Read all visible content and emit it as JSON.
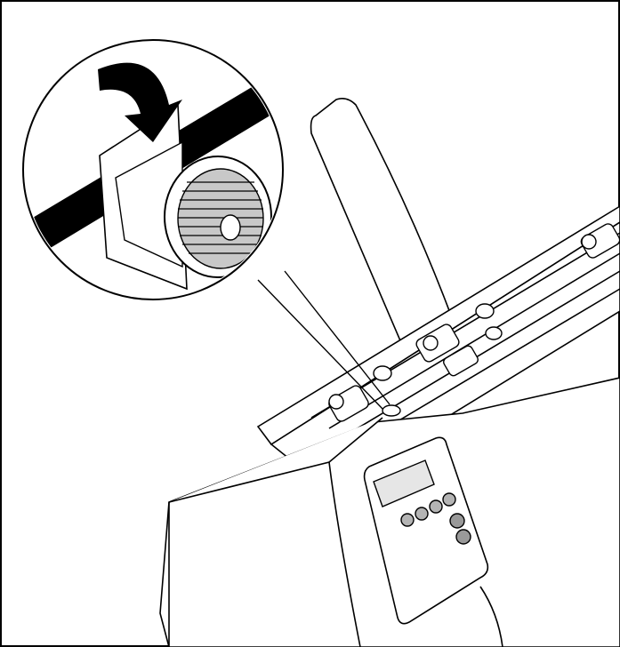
{
  "figure": {
    "subject": "printer-paper-guide-locking-knob",
    "colors": {
      "line": "#000000",
      "fill": "#ffffff",
      "knob_gray": "#c8c8c8",
      "button_gray": "#b4b4b4",
      "display_gray": "#e6e6e6"
    },
    "callout": {
      "arrow_direction": "down-clockwise",
      "band_color": "#000000"
    },
    "control_panel": {
      "button_count": 6,
      "display_present": true
    },
    "tractor_units": 4
  }
}
